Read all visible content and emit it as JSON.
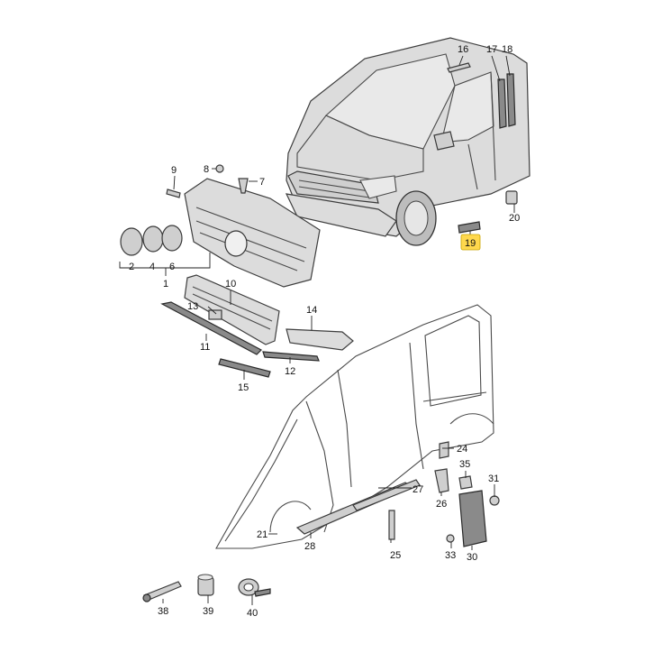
{
  "diagram": {
    "highlight_color": "#ffd84d",
    "labels": {
      "n1": "1",
      "n2": "2",
      "n4": "4",
      "n6": "6",
      "n7": "7",
      "n8": "8",
      "n9": "9",
      "n10": "10",
      "n11": "11",
      "n12": "12",
      "n13": "13",
      "n14": "14",
      "n15": "15",
      "n16": "16",
      "n17": "17",
      "n18": "18",
      "n19": "19",
      "n20": "20",
      "n21": "21",
      "n24": "24",
      "n25": "25",
      "n26": "26",
      "n27": "27",
      "n28": "28",
      "n30": "30",
      "n31": "31",
      "n33": "33",
      "n35": "35",
      "n38": "38",
      "n39": "39",
      "n40": "40"
    },
    "highlighted_part": "19"
  }
}
